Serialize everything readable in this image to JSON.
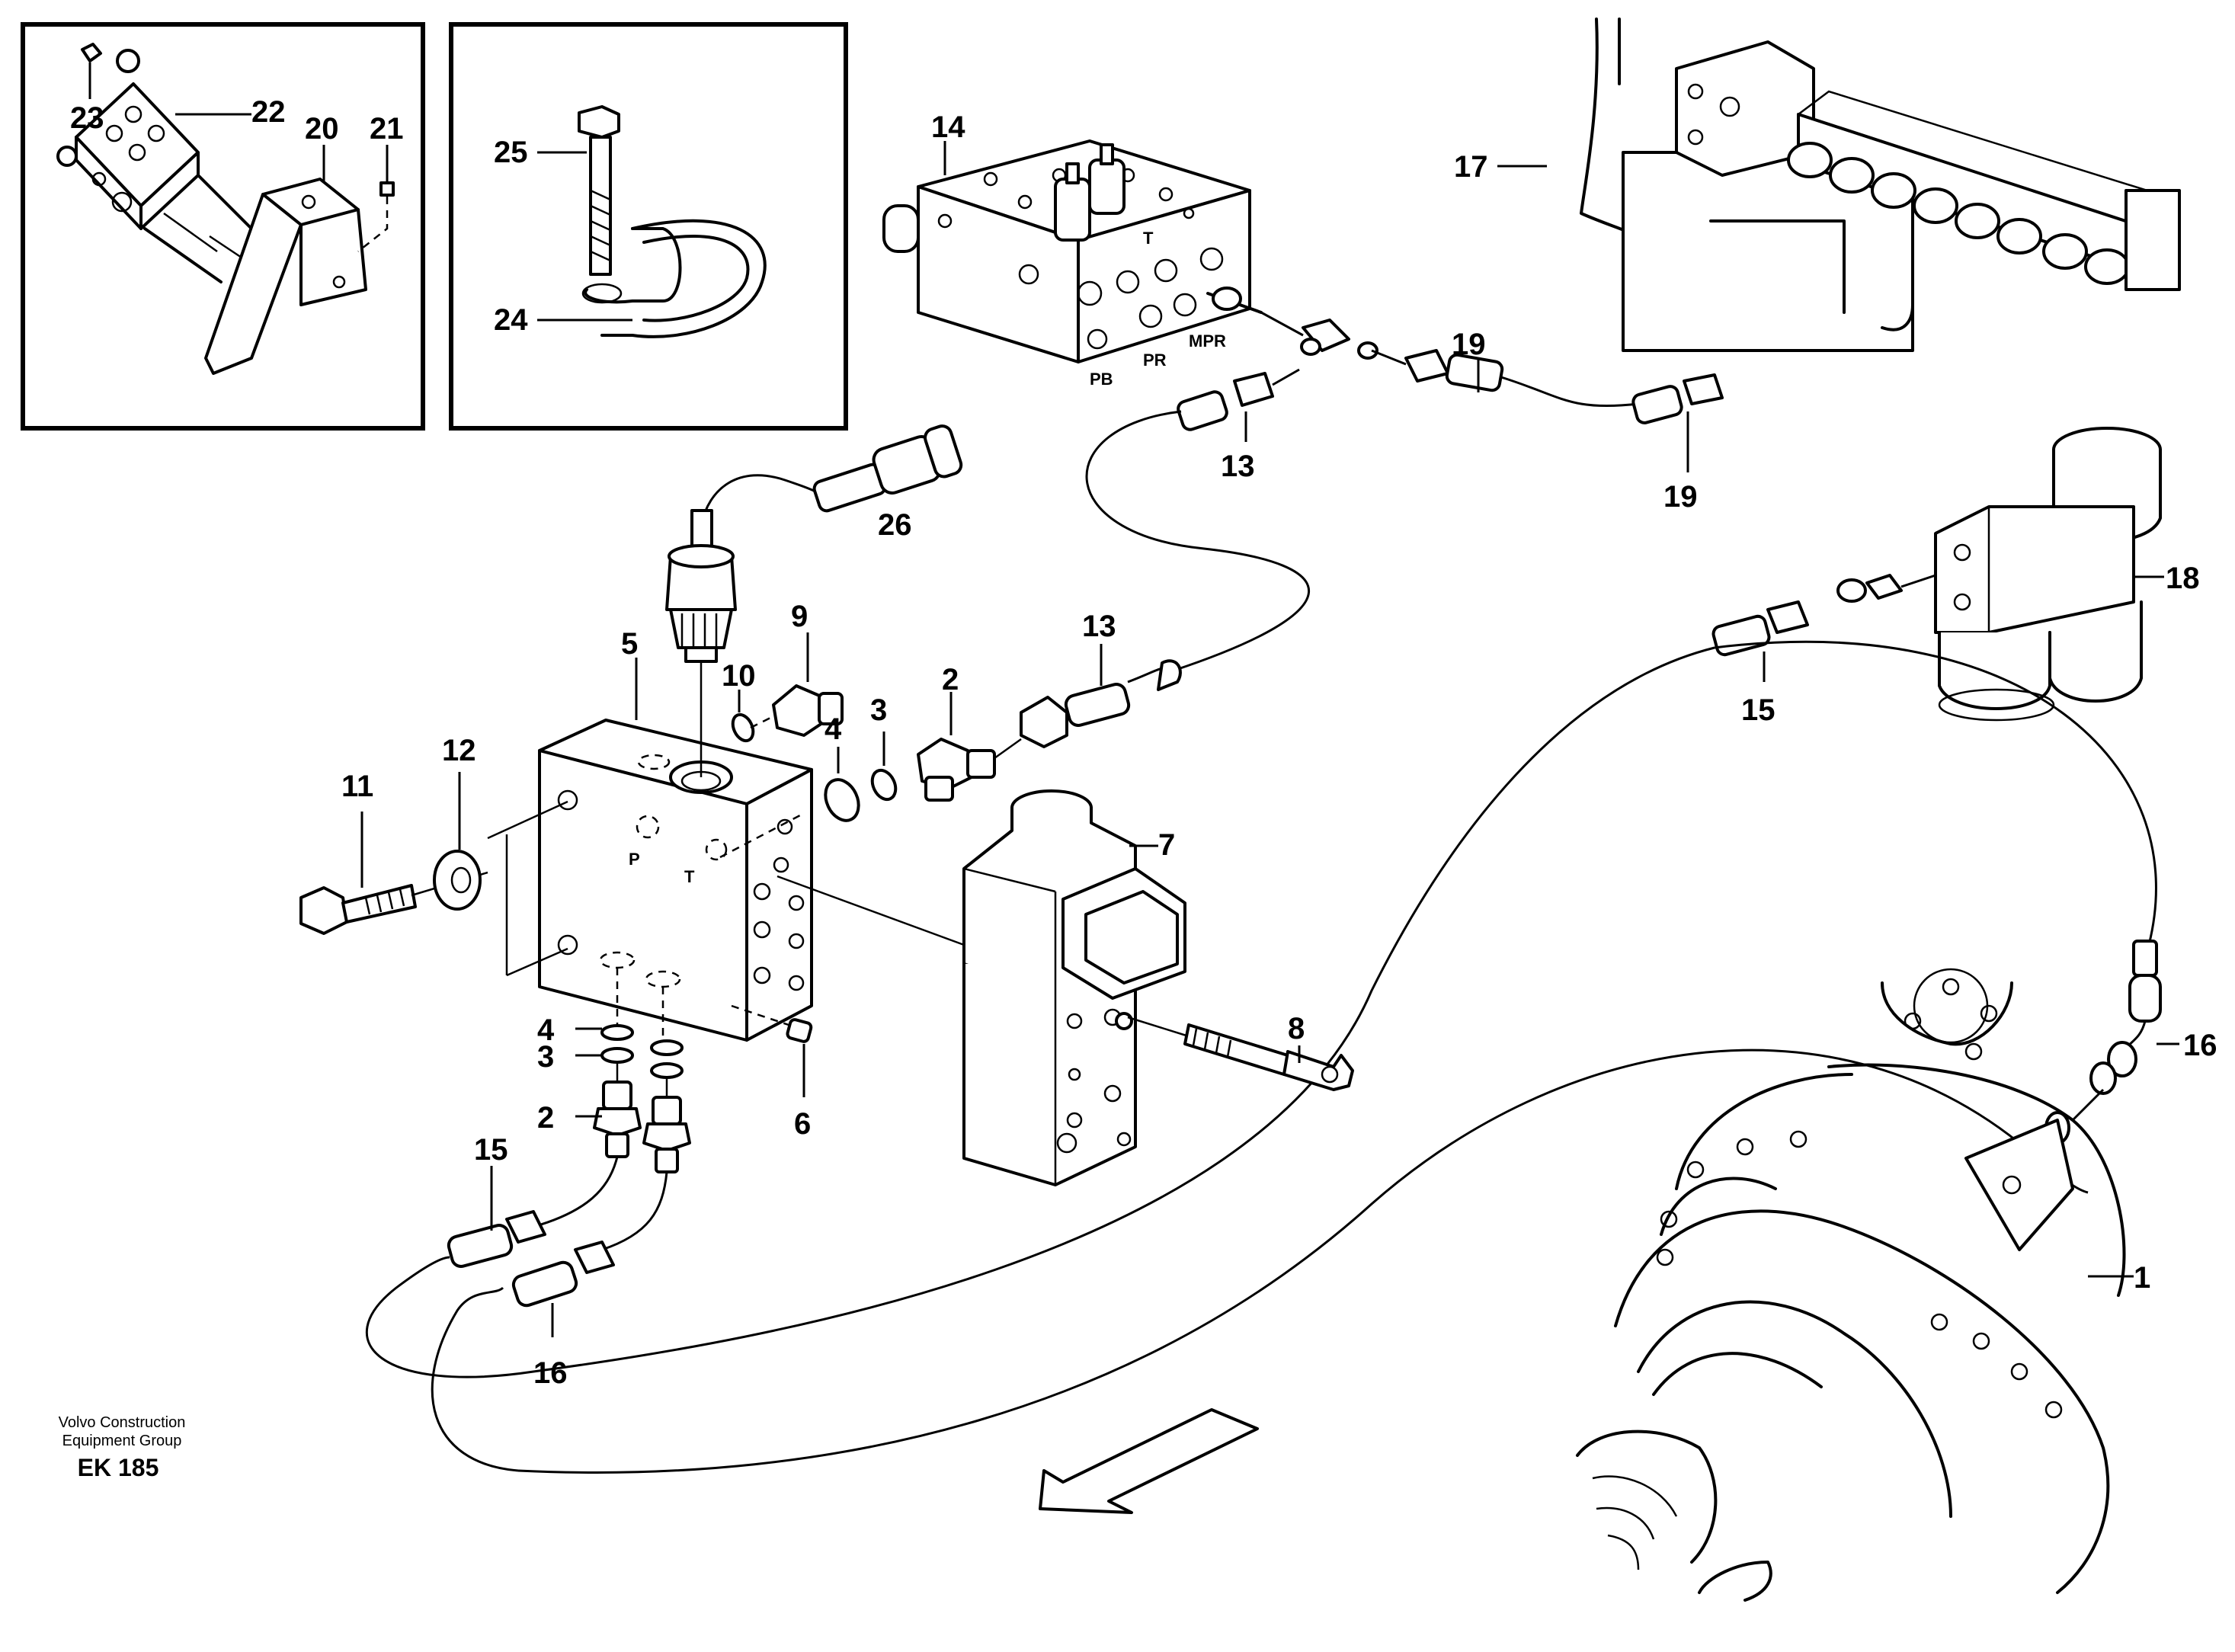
{
  "parts": {
    "p1": "1",
    "p2a": "2",
    "p2b": "2",
    "p3a": "3",
    "p3b": "3",
    "p4a": "4",
    "p4b": "4",
    "p5": "5",
    "p6": "6",
    "p7": "7",
    "p8": "8",
    "p9": "9",
    "p10": "10",
    "p11": "11",
    "p12": "12",
    "p13a": "13",
    "p13b": "13",
    "p14": "14",
    "p15a": "15",
    "p15b": "15",
    "p16a": "16",
    "p16b": "16",
    "p17": "17",
    "p18": "18",
    "p19a": "19",
    "p19b": "19",
    "p20": "20",
    "p21": "21",
    "p22": "22",
    "p23": "23",
    "p24": "24",
    "p25": "25",
    "p26": "26"
  },
  "ports": {
    "t_top": "T",
    "pb": "PB",
    "pr": "PR",
    "mpr": "MPR",
    "p_block": "P",
    "t_block": "T"
  },
  "footer": {
    "line1": "Volvo Construction",
    "line2": "Equipment Group",
    "code": "EK 185"
  },
  "icons": {
    "direction": "forward-arrow-icon"
  }
}
